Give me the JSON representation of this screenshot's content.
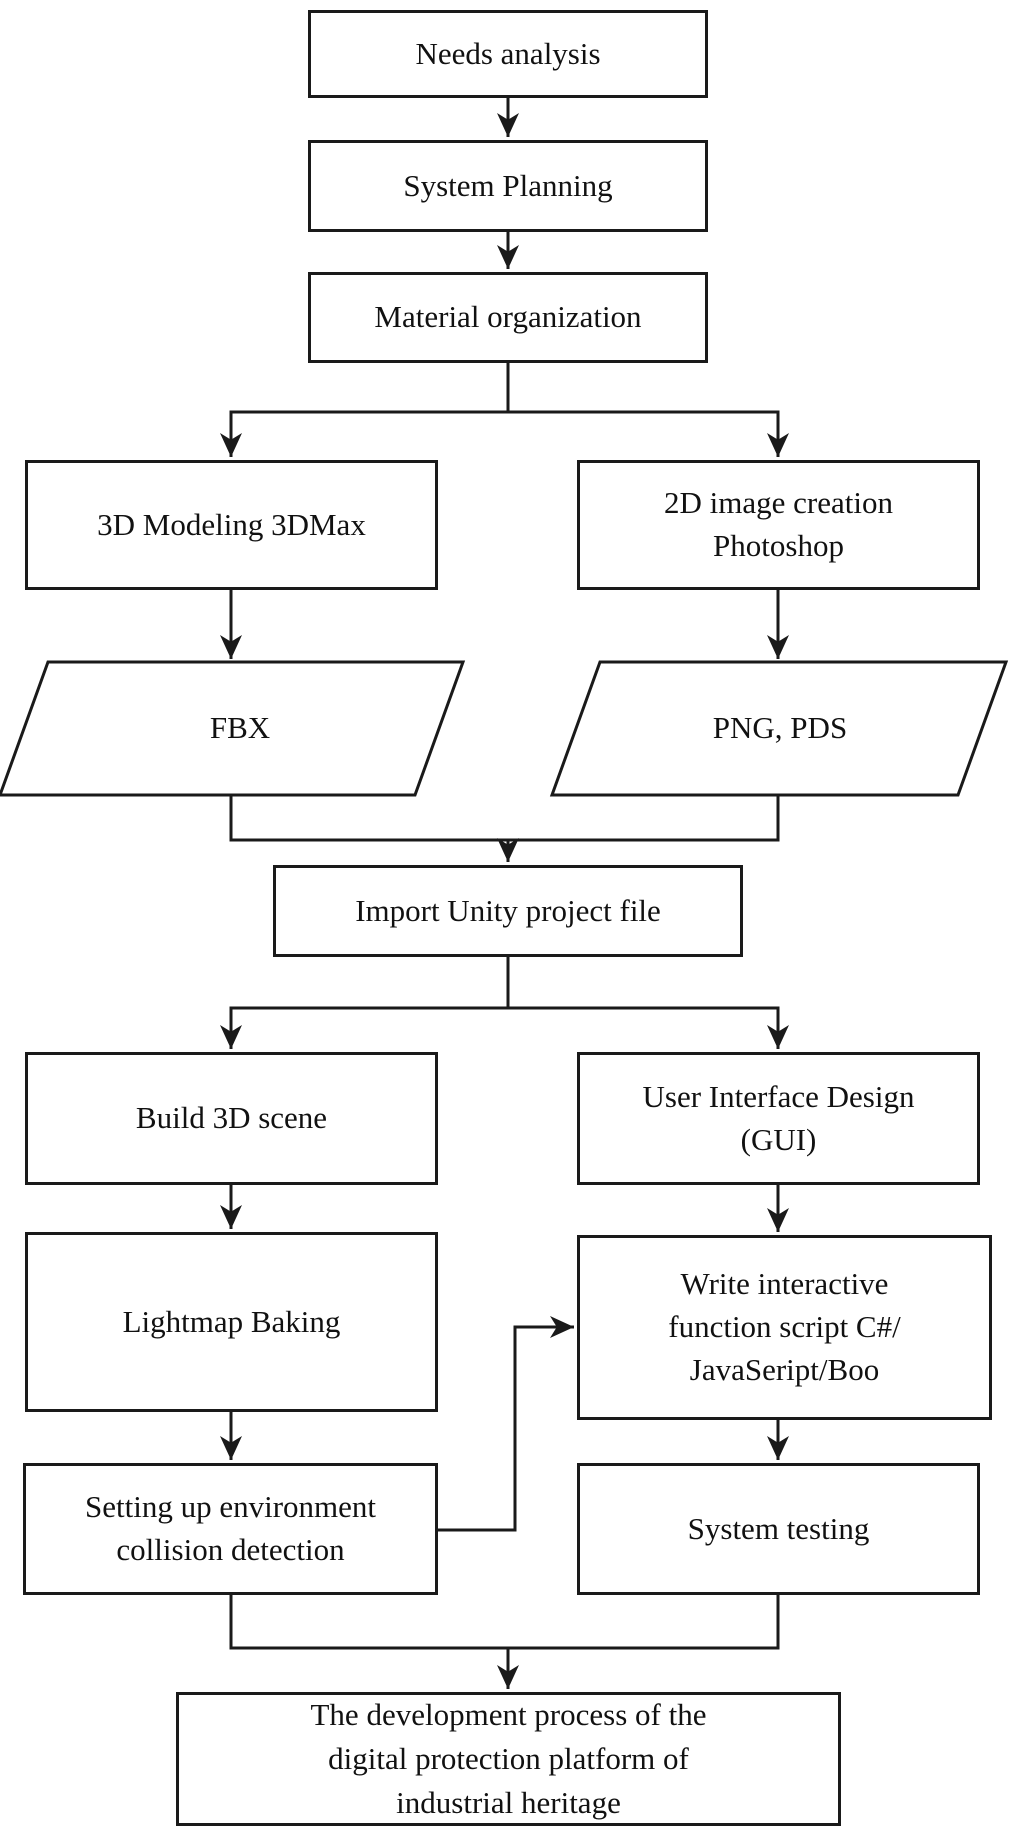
{
  "colors": {
    "line": "#1a1a1a",
    "box_fill": "#ffffff",
    "background": "#ffffff",
    "text": "#111111"
  },
  "nodes": {
    "needs_analysis": {
      "label": "Needs analysis"
    },
    "system_planning": {
      "label": "System Planning"
    },
    "material_organization": {
      "label": "Material organization"
    },
    "modeling_3dmax": {
      "label": "3D Modeling 3DMax"
    },
    "image_creation": {
      "line1": "2D image creation",
      "line2": "Photoshop"
    },
    "fbx": {
      "label": "FBX"
    },
    "png_pds": {
      "label": "PNG, PDS"
    },
    "import_unity": {
      "label": "Import Unity project file"
    },
    "build_3d_scene": {
      "label": "Build 3D scene"
    },
    "ui_design": {
      "line1": "User Interface Design",
      "line2": "(GUI)"
    },
    "lightmap_baking": {
      "label": "Lightmap Baking"
    },
    "write_script": {
      "line1": "Write interactive",
      "line2": "function script C#/",
      "line3": "JavaSeript/Boo"
    },
    "setting_up_environment": {
      "line1": "Setting up environment",
      "line2": "collision detection"
    },
    "system_testing": {
      "label": "System testing"
    },
    "development_process": {
      "line1": "The development process of the",
      "line2": "digital protection platform of",
      "line3": "industrial heritage"
    }
  }
}
